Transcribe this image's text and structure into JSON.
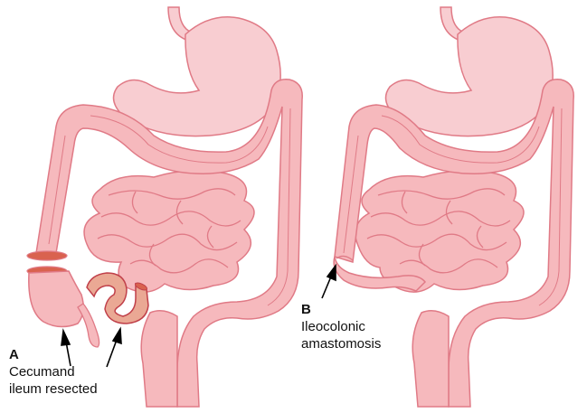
{
  "panels": [
    {
      "letter": "A",
      "caption_line1": "Cecumand",
      "caption_line2": "ileum resected"
    },
    {
      "letter": "B",
      "caption_line1": "Ileocolonic",
      "caption_line2": "amastomosis"
    }
  ],
  "colors": {
    "organ_fill": "#f6b9bd",
    "organ_outline": "#e07a86",
    "stomach_fill": "#f8cdd1",
    "resected_fill": "#eaa894",
    "resected_outline": "#c0404a",
    "cut_edge": "#d9624f",
    "arrow": "#000000",
    "text": "#111111"
  }
}
